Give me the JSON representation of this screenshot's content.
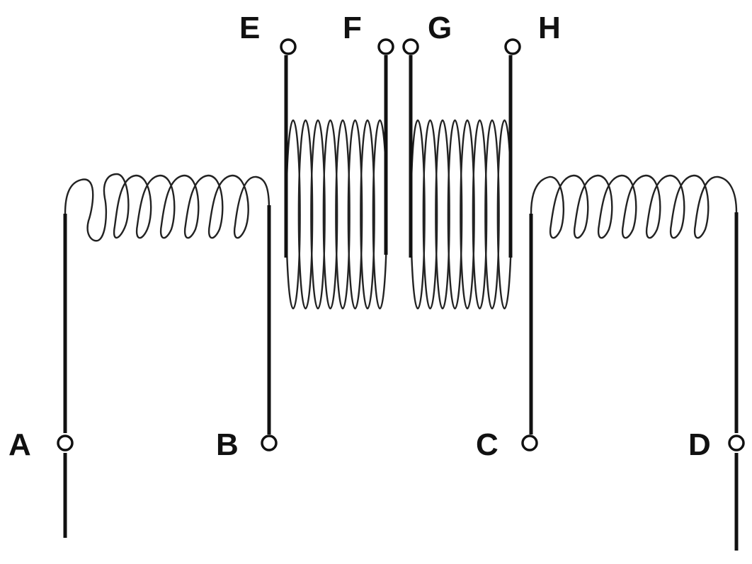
{
  "terminals": {
    "a": "A",
    "b": "B",
    "c": "C",
    "d": "D",
    "e": "E",
    "f": "F",
    "g": "G",
    "h": "H"
  },
  "colors": {
    "wire": "#111111",
    "background": "#ffffff"
  }
}
